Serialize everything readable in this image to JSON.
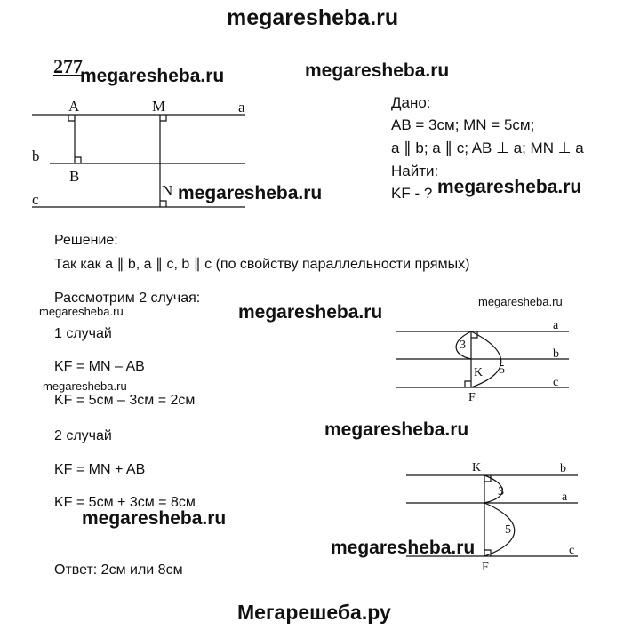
{
  "header": {
    "site": "megaresheba.ru"
  },
  "problem": {
    "number": "277"
  },
  "given": {
    "title": "Дано:",
    "line1": "AB = 3см; MN = 5см;",
    "line2": "a ∥ b; a ∥ c; AB ⊥ a; MN ⊥ a",
    "find_title": "Найти:",
    "find": "KF - ?"
  },
  "figure1": {
    "A": "A",
    "M": "M",
    "a": "a",
    "b": "b",
    "B": "B",
    "N": "N",
    "c": "c"
  },
  "solution": {
    "title": "Решение:",
    "reason": "Так как a ∥ b, a ∥ c, b ∥ c (по свойству параллельности прямых)",
    "consider": "Рассмотрим 2 случая:",
    "case1": {
      "title": "1 случай",
      "formula": "KF = MN – AB",
      "calc": "KF = 5см – 3см = 2см"
    },
    "case2": {
      "title": "2 случай",
      "formula": "KF = MN + AB",
      "calc": "KF = 5см + 3см = 8см"
    },
    "answer": "Ответ: 2см или 8см"
  },
  "figure2": {
    "a": "a",
    "b": "b",
    "c": "c",
    "K": "K",
    "F": "F",
    "arc_small": "3",
    "arc_big": "5"
  },
  "figure3": {
    "K": "K",
    "b": "b",
    "a": "a",
    "c": "c",
    "F": "F",
    "arc_small": "3",
    "arc_big": "5"
  },
  "watermarks": {
    "w1": "megaresheba.ru",
    "w2": "megaresheba.ru",
    "w3": "megaresheba.ru",
    "w4": "megaresheba.ru",
    "w5": "megaresheba.ru",
    "w6": "megaresheba.ru",
    "w7": "megaresheba.ru",
    "w8": "megaresheba.ru",
    "w9": "megaresheba.ru",
    "w10": "megaresheba.ru",
    "w11": "megaresheba.ru"
  },
  "footer": {
    "site": "Мегарешеба.ру"
  }
}
